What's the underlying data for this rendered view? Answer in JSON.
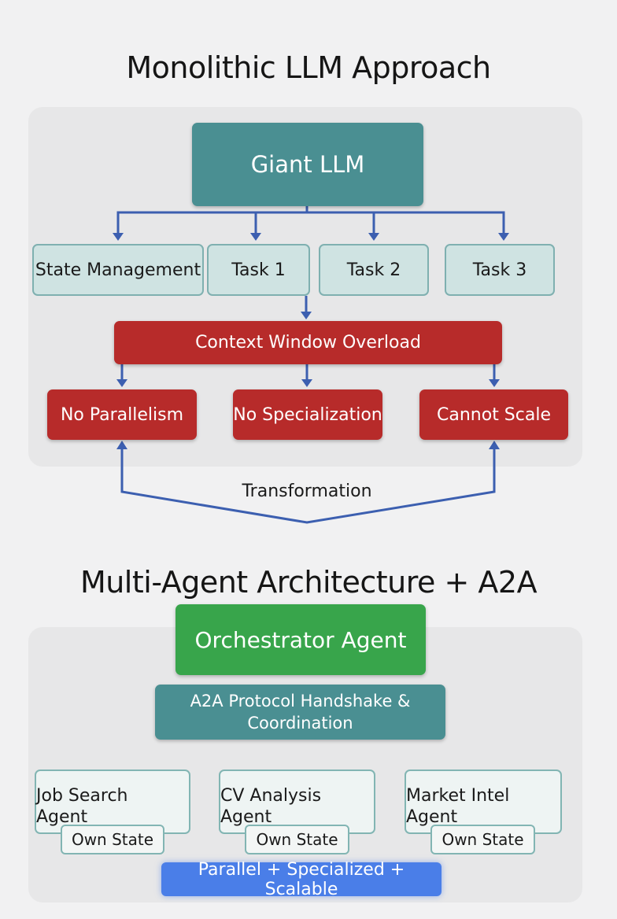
{
  "monolithic": {
    "title": "Monolithic LLM Approach",
    "giant_llm": "Giant LLM",
    "state_management": "State Management",
    "task1": "Task 1",
    "task2": "Task 2",
    "task3": "Task 3",
    "context_overload": "Context Window Overload",
    "no_parallelism": "No Parallelism",
    "no_specialization": "No Specialization",
    "cannot_scale": "Cannot Scale"
  },
  "transformation_label": "Transformation",
  "multi_agent": {
    "title": "Multi-Agent Architecture + A2A",
    "orchestrator": "Orchestrator Agent",
    "handshake_line1": "A2A Protocol Handshake &",
    "handshake_line2": "Coordination",
    "agents": [
      {
        "line1": "Job Search",
        "line2": "Agent",
        "state": "Own State"
      },
      {
        "line1": "CV Analysis",
        "line2": "Agent",
        "state": "Own State"
      },
      {
        "line1": "Market Intel",
        "line2": "Agent",
        "state": "Own State"
      }
    ],
    "summary": "Parallel + Specialized + Scalable"
  },
  "colors": {
    "teal": "#4a8f92",
    "light_teal": "#cfe3e2",
    "red": "#b72b2a",
    "green": "#38a54b",
    "blue_connector": "#3c5fb0",
    "pill_blue": "#4a7ee8"
  }
}
